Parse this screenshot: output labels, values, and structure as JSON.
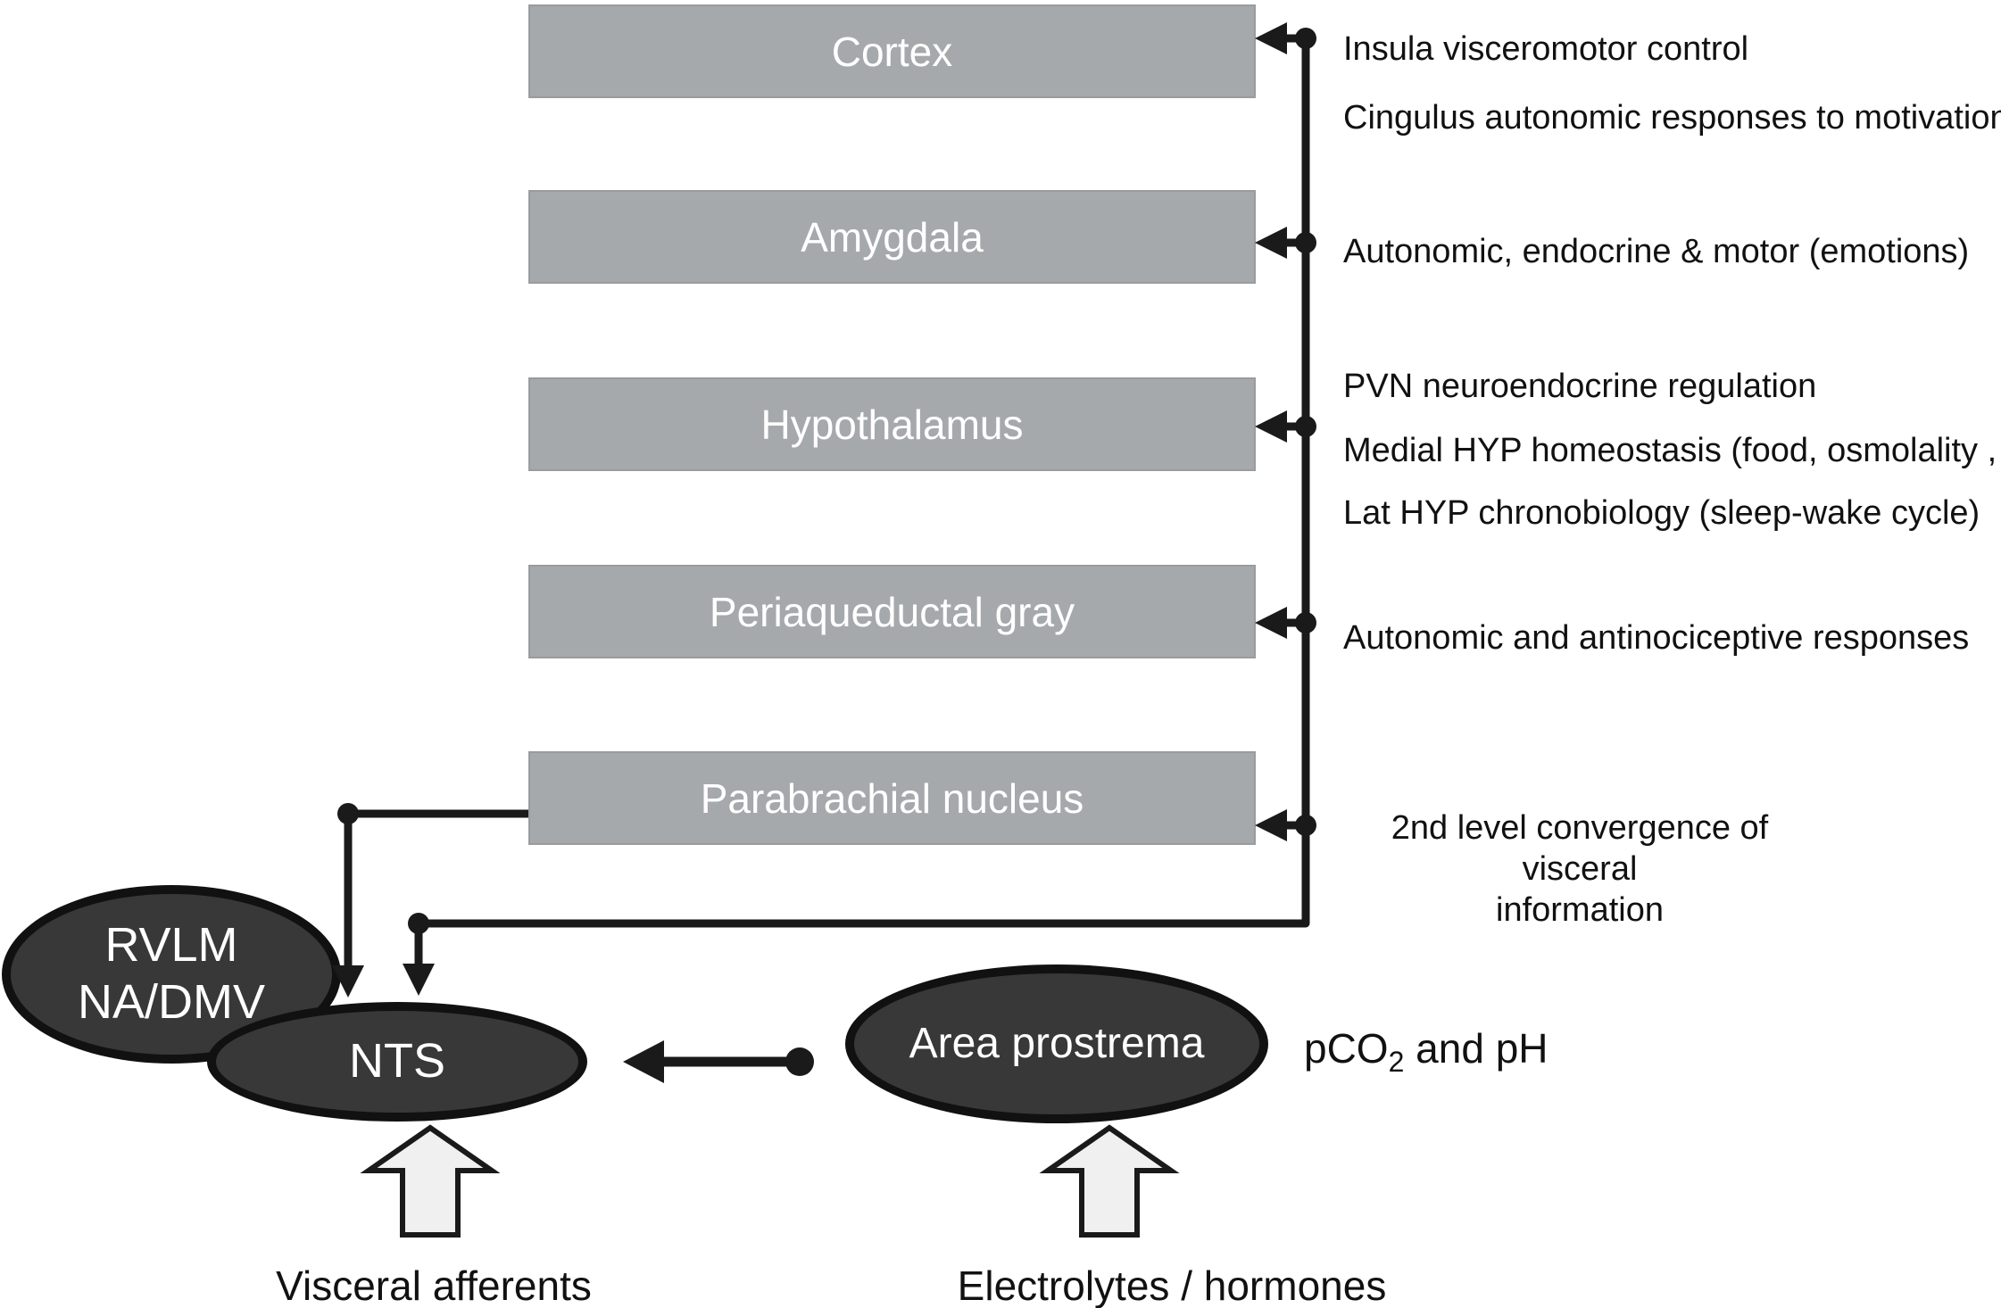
{
  "figure": {
    "boxes": [
      {
        "label": "Cortex"
      },
      {
        "label": "Amygdala"
      },
      {
        "label": "Hypothalamus"
      },
      {
        "label": "Periaqueductal gray"
      },
      {
        "label": "Parabrachial nucleus"
      }
    ],
    "annotations": [
      {
        "text": "Insula visceromotor control"
      },
      {
        "text": "Cingulus autonomic responses to motivation"
      },
      {
        "text": "Autonomic, endocrine & motor (emotions)"
      },
      {
        "text": "PVN neuroendocrine regulation"
      },
      {
        "text": "Medial HYP homeostasis (food, osmolality , etc)"
      },
      {
        "text": "Lat HYP chronobiology (sleep-wake cycle)"
      },
      {
        "text": "Autonomic and antinociceptive responses"
      },
      {
        "line1": "2nd level convergence of visceral",
        "line2": "information"
      }
    ],
    "ellipses": [
      {
        "label_line1": "RVLM",
        "label_line2": "NA/DMV"
      },
      {
        "label": "NTS"
      },
      {
        "label": "Area prostrema"
      }
    ],
    "chemo_label": {
      "prefix": "pCO",
      "sub": "2",
      "suffix": " and pH"
    },
    "input_labels": [
      {
        "text": "Visceral afferents"
      },
      {
        "text": "Electrolytes / hormones"
      }
    ],
    "colors": {
      "background": "#ffffff",
      "box_fill": "#a6a9ac",
      "box_border": "#999c9f",
      "box_text": "#ffffff",
      "ellipse_fill": "#383838",
      "ellipse_border": "#111111",
      "ellipse_text": "#ffffff",
      "line": "#1a1a1a",
      "text": "#111111",
      "block_arrow_fill": "#f0f0f0"
    }
  }
}
